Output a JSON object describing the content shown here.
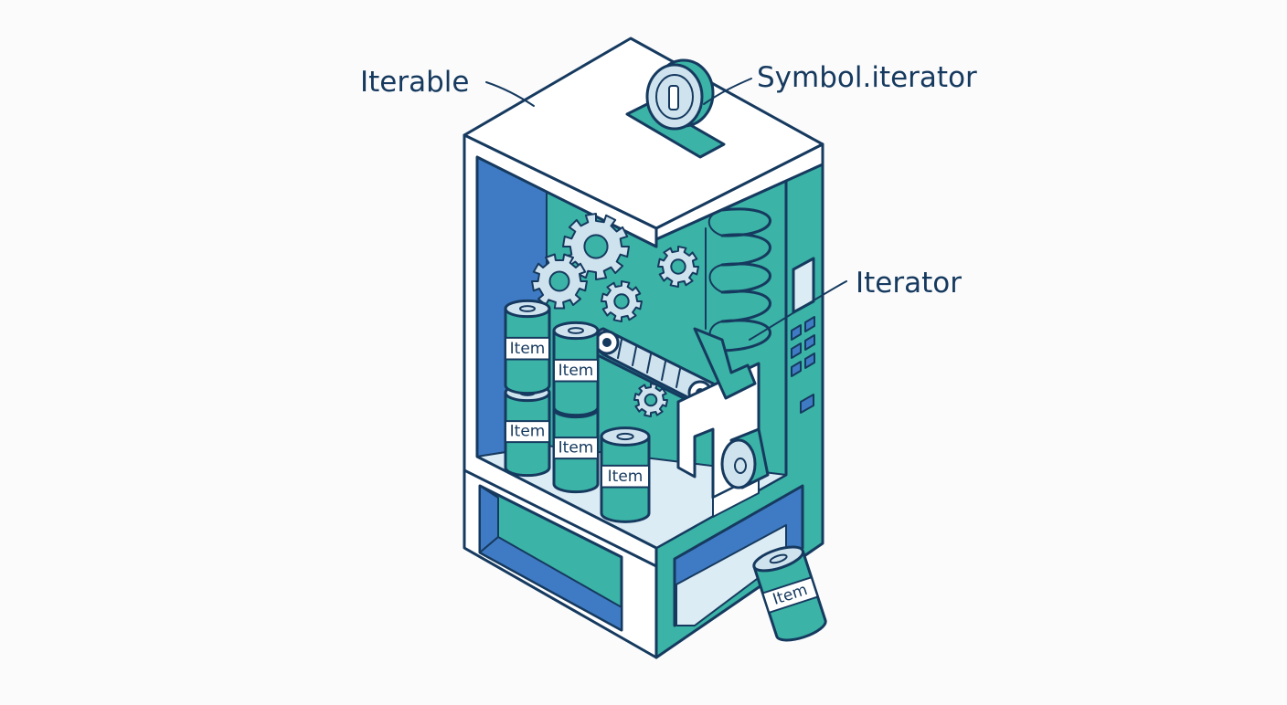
{
  "labels": {
    "iterable": "Iterable",
    "symbol_iterator": "Symbol.iterator",
    "iterator": "Iterator"
  },
  "item_label": "Item",
  "colors": {
    "outline": "#163a5f",
    "teal": "#3bb3a6",
    "blue": "#3f7bc4",
    "light_blue": "#dcecf4",
    "gear": "#cfe3ef",
    "white": "#ffffff"
  }
}
